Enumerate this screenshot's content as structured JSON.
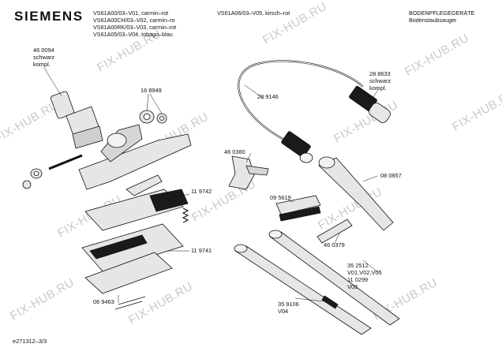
{
  "brand": "SIEMENS",
  "header": {
    "models": [
      "VS61A00/03–V01, carmin–rot",
      "VS61A00CH/03–V02, carmin–ro",
      "VS61A00RK/03–V03, carmin–rot",
      "VS61A05/03–V04, tobago–blau"
    ],
    "model_extra": "VS61A06/03–V05, kirsch–rot",
    "category": "BODENPFLEGEGERÄTE",
    "subcategory": "Bodenstaubsauger"
  },
  "parts": {
    "p460094": {
      "number": "46 0094",
      "line2": "schwarz",
      "line3": "kompl."
    },
    "p168949": "16 8949",
    "p289146": "28 9146",
    "p288633": {
      "number": "28 8633",
      "line2": "schwarz",
      "line3": "kompl."
    },
    "p460380": "46 0380",
    "p080857": "08 0857",
    "p119742": "11 9742",
    "p095619": "09 5619",
    "p460379": "46 0379",
    "p119741": "11 9741",
    "p352512": {
      "number": "35 2512",
      "line2": "V01,V02,V05",
      "line3": "11 0299",
      "line4": "V03"
    },
    "p359106": {
      "number": "35 9106",
      "line2": "V04"
    },
    "p069463": "06 9463"
  },
  "footer": "e271312–3/3",
  "watermark": "FIX-HUB.RU",
  "colors": {
    "ink": "#111111",
    "watermark": "#c9c9c9",
    "part_fill": "#e6e6e6",
    "part_dark": "#1a1a1a"
  }
}
